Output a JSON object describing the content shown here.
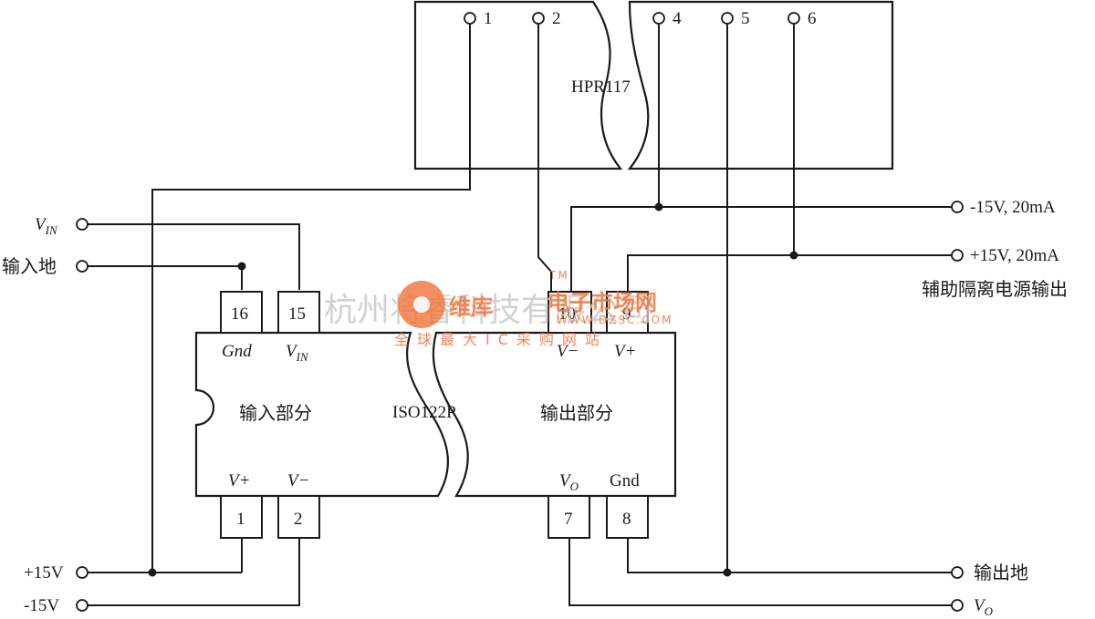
{
  "hpr117": {
    "label": "HPR117",
    "pins": [
      "1",
      "2",
      "4",
      "5",
      "6"
    ]
  },
  "iso122p": {
    "label": "ISO122P",
    "input_section": {
      "title": "输入部分",
      "pins": {
        "gnd_number": "16",
        "gnd_label": "Gnd",
        "vin_number": "15",
        "vin_label": "V",
        "vin_sub": "IN",
        "vplus_number": "1",
        "vplus_label": "V+",
        "vminus_number": "2",
        "vminus_label": "V−"
      }
    },
    "output_section": {
      "title": "输出部分",
      "pins": {
        "vminus_number": "10",
        "vminus_label": "V−",
        "vplus_number": "9",
        "vplus_label": "V+",
        "vo_number": "7",
        "vo_label": "V",
        "vo_sub": "O",
        "gnd_number": "8",
        "gnd_label": "Gnd"
      }
    }
  },
  "terminals": {
    "vin": {
      "label": "V",
      "sub": "IN"
    },
    "input_ground": "输入地",
    "plus15": "+15V",
    "minus15": "-15V",
    "aux_minus": "-15V, 20mA",
    "aux_plus": "+15V, 20mA",
    "aux_caption": "辅助隔离电源输出",
    "output_ground": "输出地",
    "vo": {
      "label": "V",
      "sub": "O"
    }
  },
  "watermark": {
    "company": "杭州将睿科技有限公司",
    "brand": "维库",
    "market": "电子市场网",
    "site": "WWW.DZSC.COM",
    "slogan": "全球最大IC采购网站",
    "tm": "TM"
  }
}
